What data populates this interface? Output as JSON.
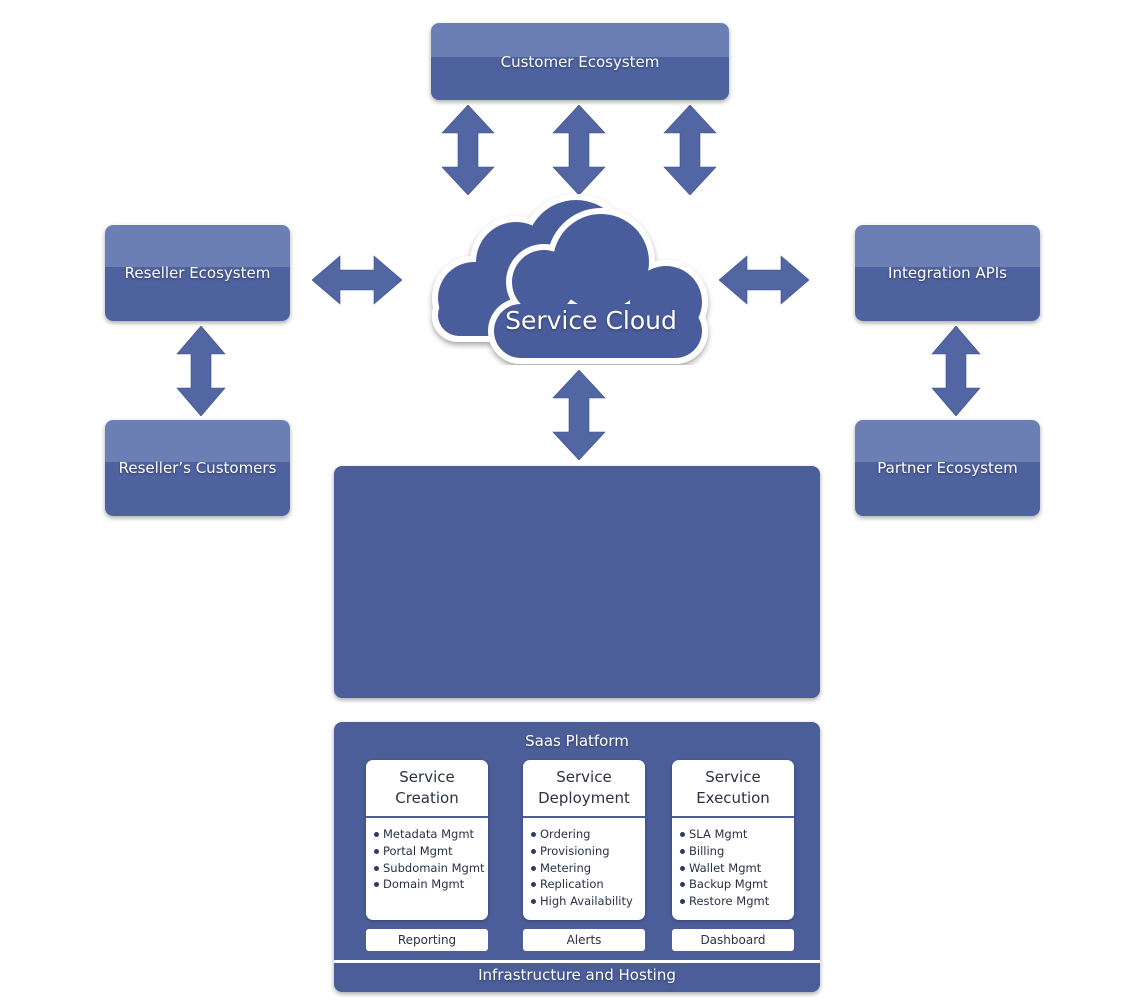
{
  "nodes": {
    "customer_ecosystem": "Customer Ecosystem",
    "reseller_ecosystem": "Reseller Ecosystem",
    "resellers_customers": "Reseller’s Customers",
    "integration_apis": "Integration APIs",
    "partner_ecosystem": "Partner Ecosystem",
    "service_cloud": "Service Cloud"
  },
  "platform": {
    "title": "Saas Platform",
    "columns": [
      {
        "title": "Service\nCreation",
        "items": [
          "Metadata Mgmt",
          "Portal Mgmt",
          "Subdomain Mgmt",
          "Domain Mgmt"
        ],
        "footer": "Reporting"
      },
      {
        "title": "Service\nDeployment",
        "items": [
          "Ordering",
          "Provisioning",
          "Metering",
          "Replication",
          "High Availability"
        ],
        "footer": "Alerts"
      },
      {
        "title": "Service\nExecution",
        "items": [
          "SLA Mgmt",
          "Billing",
          "Wallet Mgmt",
          "Backup Mgmt",
          "Restore Mgmt"
        ],
        "footer": "Dashboard"
      }
    ],
    "infrastructure": "Infrastructure and Hosting"
  },
  "colors": {
    "box_top": "#6c7fb5",
    "box_bottom": "#4e62a0",
    "arrow": "#5366a4",
    "platform": "#4c5e9a"
  }
}
